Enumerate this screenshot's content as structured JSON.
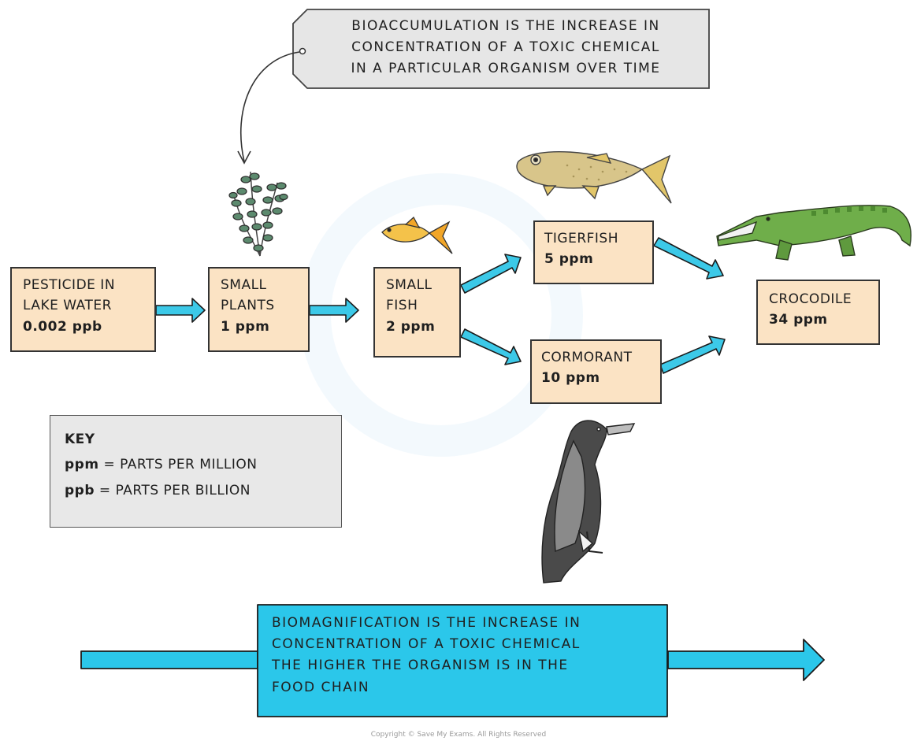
{
  "callout_bioaccumulation": {
    "line1": "BIOACCUMULATION IS THE INCREASE IN",
    "line2": "CONCENTRATION OF A TOXIC CHEMICAL",
    "line3": "IN A PARTICULAR ORGANISM OVER TIME"
  },
  "nodes": {
    "pesticide": {
      "line1": "PESTICIDE IN",
      "line2": "LAKE WATER",
      "value": "0.002 ppb"
    },
    "plants": {
      "line1": "SMALL",
      "line2": "PLANTS",
      "value": "1 ppm"
    },
    "small_fish": {
      "line1": "SMALL",
      "line2": "FISH",
      "value": "2 ppm"
    },
    "tigerfish": {
      "line1": "TIGERFISH",
      "value": "5 ppm"
    },
    "cormorant": {
      "line1": "CORMORANT",
      "value": "10 ppm"
    },
    "crocodile": {
      "line1": "CROCODILE",
      "value": "34 ppm"
    }
  },
  "key": {
    "title": "KEY",
    "ppm_abbr": "ppm",
    "ppm_def": "= PARTS PER MILLION",
    "ppb_abbr": "ppb",
    "ppb_def": "= PARTS PER BILLION"
  },
  "biomagnification": {
    "line1": "BIOMAGNIFICATION IS THE INCREASE IN",
    "line2": "CONCENTRATION OF A TOXIC CHEMICAL",
    "line3": "THE HIGHER THE ORGANISM IS IN THE",
    "line4": "FOOD CHAIN"
  },
  "copyright": "Copyright © Save My Exams. All Rights Reserved",
  "colors": {
    "node_fill": "#fbe3c4",
    "arrow_fill": "#3cc9e8",
    "banner_fill": "#2bc7ea",
    "callout_fill": "#e6e6e6",
    "key_fill": "#e8e8e8"
  },
  "icons": [
    "water-plant-icon",
    "small-fish-icon",
    "tigerfish-icon",
    "crocodile-icon",
    "cormorant-icon"
  ]
}
